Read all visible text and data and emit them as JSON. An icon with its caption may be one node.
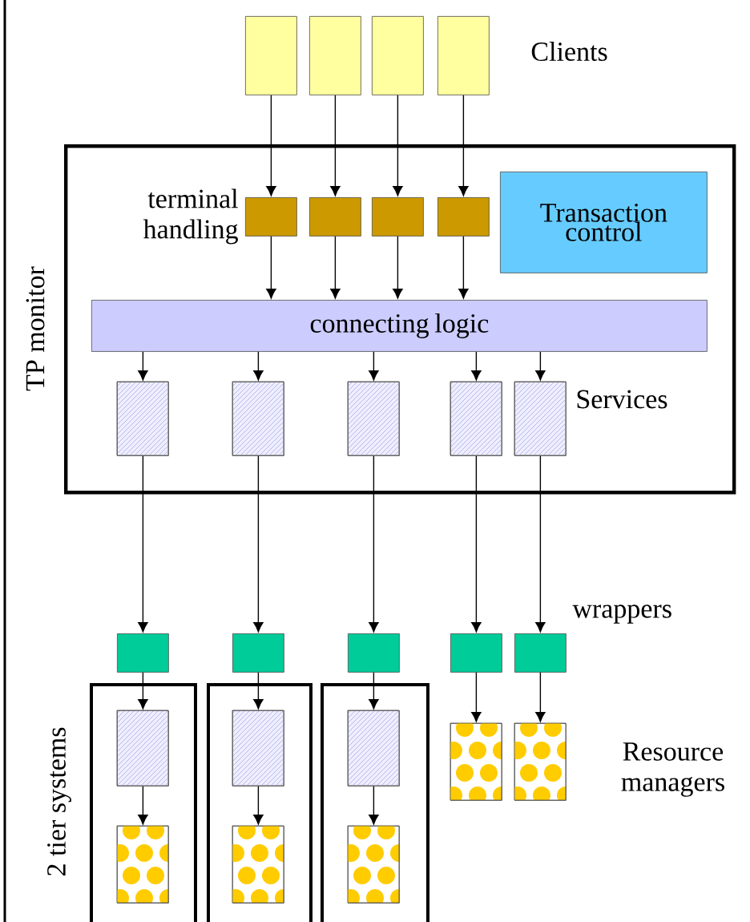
{
  "diagram": {
    "nodes": [
      {
        "text": [
          "TP monitor"
        ]
      },
      {
        "text": [],
        "shape": "box"
      },
      {
        "text": [],
        "shape": "box"
      },
      {
        "text": [],
        "shape": "box"
      },
      {
        "text": [],
        "shape": "box"
      },
      {
        "text": [],
        "shape": "box",
        "in": 0
      },
      {
        "text": [],
        "shape": "box",
        "in": 0
      },
      {
        "text": [],
        "shape": "box",
        "in": 0
      },
      {
        "text": [],
        "shape": "box",
        "in": 0
      },
      {
        "text": [
          "Transaction control"
        ],
        "in": 0
      },
      {
        "text": [
          "connecting logic"
        ],
        "in": 0
      },
      {
        "text": [],
        "shape": "box",
        "in": 0
      },
      {
        "text": [],
        "shape": "box",
        "in": 0
      },
      {
        "text": [],
        "shape": "box",
        "in": 0
      },
      {
        "text": [],
        "shape": "box",
        "in": 0
      },
      {
        "text": [],
        "shape": "box",
        "in": 0
      },
      {
        "text": [],
        "shape": "box"
      },
      {
        "text": [],
        "shape": "box"
      },
      {
        "text": [],
        "shape": "box"
      },
      {
        "text": [],
        "shape": "box"
      },
      {
        "text": [],
        "shape": "box"
      },
      {
        "text": [],
        "shape": "box"
      },
      {
        "text": [],
        "shape": "box"
      },
      {
        "text": [],
        "shape": "box"
      },
      {
        "text": [],
        "shape": "box",
        "in": 21
      },
      {
        "text": [],
        "shape": "box",
        "in": 21
      },
      {
        "text": [],
        "shape": "box",
        "in": 22
      },
      {
        "text": [],
        "shape": "box",
        "in": 22
      },
      {
        "text": [],
        "shape": "box",
        "in": 23
      },
      {
        "text": [],
        "shape": "box",
        "in": 23
      },
      {
        "text": [],
        "shape": "box"
      },
      {
        "text": [],
        "shape": "box"
      }
    ],
    "edges": [
      {
        "from": 1,
        "to": 5,
        "arrow": "to"
      },
      {
        "from": 2,
        "to": 6,
        "arrow": "to"
      },
      {
        "from": 3,
        "to": 7,
        "arrow": "to"
      },
      {
        "from": 4,
        "to": 8,
        "arrow": "to"
      },
      {
        "from": 5,
        "to": 10,
        "arrow": "to"
      },
      {
        "from": 6,
        "to": 10,
        "arrow": "to"
      },
      {
        "from": 7,
        "to": 10,
        "arrow": "to"
      },
      {
        "from": 8,
        "to": 10,
        "arrow": "to"
      },
      {
        "from": 10,
        "to": 11,
        "arrow": "to"
      },
      {
        "from": 10,
        "to": 12,
        "arrow": "to"
      },
      {
        "from": 10,
        "to": 13,
        "arrow": "to"
      },
      {
        "from": 10,
        "to": 14,
        "arrow": "to"
      },
      {
        "from": 10,
        "to": 15,
        "arrow": "to"
      },
      {
        "from": 11,
        "to": 16,
        "arrow": "to"
      },
      {
        "from": 12,
        "to": 17,
        "arrow": "to"
      },
      {
        "from": 13,
        "to": 18,
        "arrow": "to"
      },
      {
        "from": 14,
        "to": 19,
        "arrow": "to"
      },
      {
        "from": 15,
        "to": 20,
        "arrow": "to"
      },
      {
        "from": 16,
        "to": 24,
        "arrow": "to"
      },
      {
        "from": 17,
        "to": 26,
        "arrow": "to"
      },
      {
        "from": 18,
        "to": 28,
        "arrow": "to"
      },
      {
        "from": 24,
        "to": 25,
        "arrow": "to"
      },
      {
        "from": 26,
        "to": 27,
        "arrow": "to"
      },
      {
        "from": 28,
        "to": 29,
        "arrow": "to"
      },
      {
        "from": 19,
        "to": 30,
        "arrow": "to"
      },
      {
        "from": 20,
        "to": 31,
        "arrow": "to"
      }
    ],
    "labels": [
      "Clients",
      "terminal handling",
      "Services",
      "wrappers",
      "2 tier systems",
      "Resource managers"
    ]
  }
}
